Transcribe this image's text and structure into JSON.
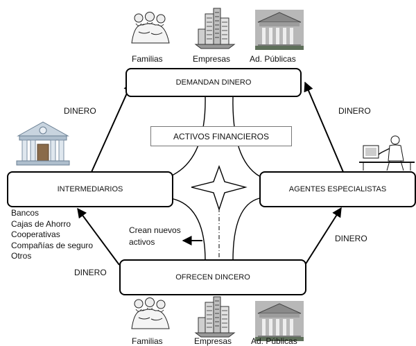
{
  "top_actors": [
    "Familias",
    "Empresas",
    "Ad. Públicas"
  ],
  "bottom_actors": [
    "Familias",
    "Empresas",
    "Ad. Públicas"
  ],
  "boxes": {
    "demand": "DEMANDAN DINERO",
    "supply": "OFRECEN DINCERO",
    "intermediaries": "INTERMEDIARIOS",
    "specialists": "AGENTES ESPECIALISTAS"
  },
  "center_label": "ACTIVOS FINANCIEROS",
  "money_labels": {
    "top_left": "DINERO",
    "top_right": "DINERO",
    "bottom_left": "DINERO",
    "bottom_right": "DINERO"
  },
  "new_assets": [
    "Crean nuevos",
    "activos"
  ],
  "intermediary_list": [
    "Bancos",
    "Cajas de Ahorro",
    "Cooperativas",
    "Compañías de seguro",
    "Otros"
  ],
  "icons": [
    "family-icon",
    "office-building-icon",
    "government-building-icon",
    "bank-icon",
    "specialist-desk-icon"
  ]
}
